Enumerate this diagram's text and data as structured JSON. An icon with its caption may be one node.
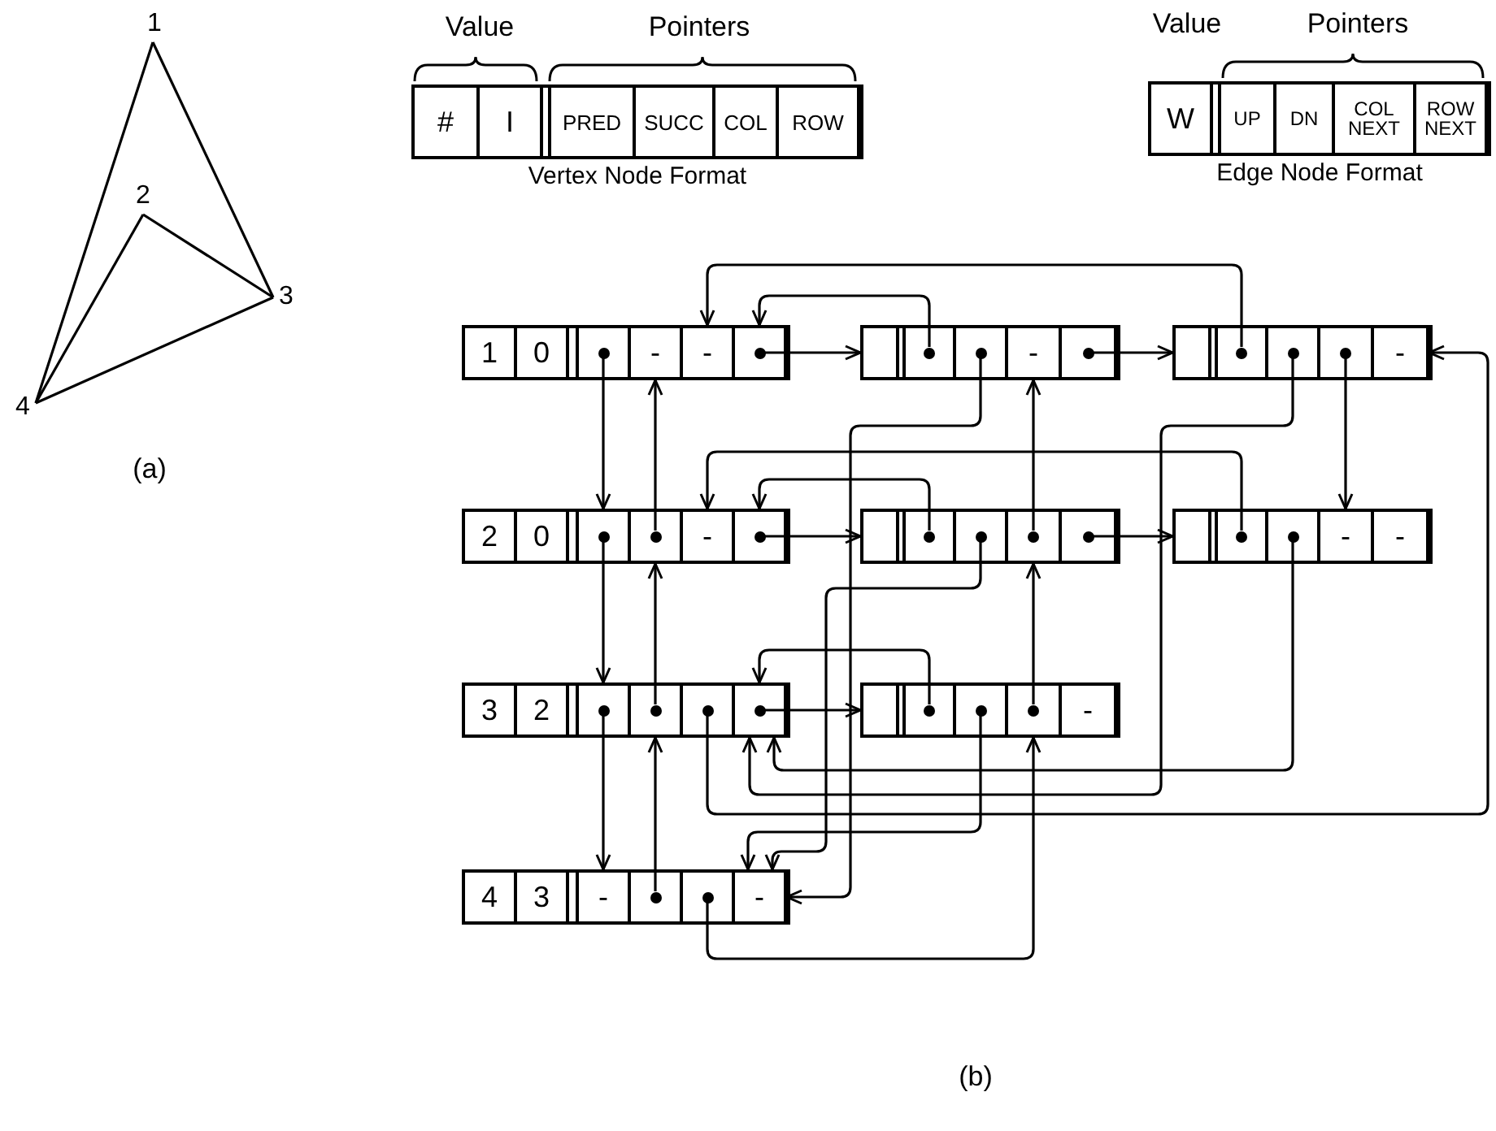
{
  "diagram": {
    "nodes": [
      {
        "text": [
          "1"
        ]
      },
      {
        "text": [
          "2"
        ]
      },
      {
        "text": [
          "3"
        ]
      },
      {
        "text": [
          "4"
        ]
      },
      {
        "text": [],
        "shape": "box",
        "beside": [
          "Vertex Node Format"
        ]
      },
      {
        "text": [
          "#"
        ],
        "in": 4
      },
      {
        "text": [
          "I"
        ],
        "in": 4
      },
      {
        "text": [
          "PRED"
        ],
        "in": 4
      },
      {
        "text": [
          "SUCC"
        ],
        "in": 4
      },
      {
        "text": [
          "COL"
        ],
        "in": 4
      },
      {
        "text": [
          "ROW"
        ],
        "in": 4
      },
      {
        "text": [],
        "shape": "box",
        "beside": [
          "Edge Node Format"
        ]
      },
      {
        "text": [
          "W"
        ],
        "in": 11
      },
      {
        "text": [
          "UP"
        ],
        "in": 11
      },
      {
        "text": [
          "DN"
        ],
        "in": 11
      },
      {
        "text": [
          "COL NEXT"
        ],
        "in": 11
      },
      {
        "text": [
          "ROW NEXT"
        ],
        "in": 11
      },
      {
        "text": [],
        "shape": "box"
      },
      {
        "text": [
          "1"
        ],
        "in": 17
      },
      {
        "text": [
          "0"
        ],
        "in": 17
      },
      {
        "text": [],
        "shape": "box",
        "in": 17
      },
      {
        "text": [],
        "shape": "circle",
        "in": 20
      },
      {
        "text": [
          "-"
        ],
        "in": 17
      },
      {
        "text": [
          "-"
        ],
        "in": 17
      },
      {
        "text": [],
        "shape": "box",
        "in": 17
      },
      {
        "text": [],
        "shape": "circle",
        "in": 24
      },
      {
        "text": [],
        "shape": "box"
      },
      {
        "text": [],
        "shape": "box",
        "in": 26
      },
      {
        "text": [],
        "shape": "box",
        "in": 26
      },
      {
        "text": [],
        "shape": "circle",
        "in": 28
      },
      {
        "text": [],
        "shape": "box",
        "in": 26
      },
      {
        "text": [],
        "shape": "circle",
        "in": 30
      },
      {
        "text": [
          "-"
        ],
        "in": 26
      },
      {
        "text": [],
        "shape": "box",
        "in": 26
      },
      {
        "text": [],
        "shape": "circle",
        "in": 33
      },
      {
        "text": [],
        "shape": "box"
      },
      {
        "text": [],
        "shape": "box",
        "in": 35
      },
      {
        "text": [],
        "shape": "box",
        "in": 35
      },
      {
        "text": [],
        "shape": "circle",
        "in": 37
      },
      {
        "text": [],
        "shape": "box",
        "in": 35
      },
      {
        "text": [],
        "shape": "circle",
        "in": 39
      },
      {
        "text": [],
        "shape": "box",
        "in": 35
      },
      {
        "text": [],
        "shape": "circle",
        "in": 41
      },
      {
        "text": [
          "-"
        ],
        "in": 35
      },
      {
        "text": [],
        "shape": "box"
      },
      {
        "text": [
          "2"
        ],
        "in": 44
      },
      {
        "text": [
          "0"
        ],
        "in": 44
      },
      {
        "text": [],
        "shape": "box",
        "in": 44
      },
      {
        "text": [],
        "shape": "circle",
        "in": 47
      },
      {
        "text": [],
        "shape": "box",
        "in": 44
      },
      {
        "text": [],
        "shape": "circle",
        "in": 49
      },
      {
        "text": [
          "-"
        ],
        "in": 44
      },
      {
        "text": [],
        "shape": "box",
        "in": 44
      },
      {
        "text": [],
        "shape": "circle",
        "in": 52
      },
      {
        "text": [],
        "shape": "box"
      },
      {
        "text": [],
        "shape": "box",
        "in": 54
      },
      {
        "text": [],
        "shape": "box",
        "in": 54
      },
      {
        "text": [],
        "shape": "circle",
        "in": 56
      },
      {
        "text": [],
        "shape": "box",
        "in": 54
      },
      {
        "text": [],
        "shape": "circle",
        "in": 58
      },
      {
        "text": [],
        "shape": "box",
        "in": 54
      },
      {
        "text": [],
        "shape": "circle",
        "in": 60
      },
      {
        "text": [],
        "shape": "box",
        "in": 54
      },
      {
        "text": [],
        "shape": "circle",
        "in": 62
      },
      {
        "text": [],
        "shape": "box"
      },
      {
        "text": [],
        "shape": "box",
        "in": 64
      },
      {
        "text": [],
        "shape": "box",
        "in": 64
      },
      {
        "text": [],
        "shape": "circle",
        "in": 66
      },
      {
        "text": [],
        "shape": "box",
        "in": 64
      },
      {
        "text": [],
        "shape": "circle",
        "in": 68
      },
      {
        "text": [
          "-"
        ],
        "in": 64
      },
      {
        "text": [
          "-"
        ],
        "in": 64
      },
      {
        "text": [],
        "shape": "box"
      },
      {
        "text": [
          "3"
        ],
        "in": 72
      },
      {
        "text": [
          "2"
        ],
        "in": 72
      },
      {
        "text": [],
        "shape": "box",
        "in": 72
      },
      {
        "text": [],
        "shape": "circle",
        "in": 75
      },
      {
        "text": [],
        "shape": "box",
        "in": 72
      },
      {
        "text": [],
        "shape": "circle",
        "in": 77
      },
      {
        "text": [],
        "shape": "box",
        "in": 72
      },
      {
        "text": [],
        "shape": "circle",
        "in": 79
      },
      {
        "text": [],
        "shape": "box",
        "in": 72
      },
      {
        "text": [],
        "shape": "circle",
        "in": 81
      },
      {
        "text": [],
        "shape": "box"
      },
      {
        "text": [],
        "shape": "box",
        "in": 83
      },
      {
        "text": [],
        "shape": "box",
        "in": 83
      },
      {
        "text": [],
        "shape": "circle",
        "in": 85
      },
      {
        "text": [],
        "shape": "box",
        "in": 83
      },
      {
        "text": [],
        "shape": "circle",
        "in": 87
      },
      {
        "text": [],
        "shape": "box",
        "in": 83
      },
      {
        "text": [],
        "shape": "circle",
        "in": 89
      },
      {
        "text": [
          "-"
        ],
        "in": 83
      },
      {
        "text": [],
        "shape": "box"
      },
      {
        "text": [
          "4"
        ],
        "in": 92
      },
      {
        "text": [
          "3"
        ],
        "in": 92
      },
      {
        "text": [
          "-"
        ],
        "in": 92
      },
      {
        "text": [],
        "shape": "box",
        "in": 92
      },
      {
        "text": [],
        "shape": "circle",
        "in": 96
      },
      {
        "text": [],
        "shape": "box",
        "in": 92
      },
      {
        "text": [],
        "shape": "circle",
        "in": 98
      },
      {
        "text": [
          "-"
        ],
        "in": 92
      }
    ],
    "edges": [
      {
        "from": 0,
        "to": 2,
        "arrow": "none"
      },
      {
        "from": 0,
        "to": 3,
        "arrow": "none"
      },
      {
        "from": 1,
        "to": 2,
        "arrow": "none"
      },
      {
        "from": 1,
        "to": 3,
        "arrow": "none"
      },
      {
        "from": 2,
        "to": 3,
        "arrow": "none"
      },
      {
        "from": 21,
        "to": 47,
        "arrow": "to"
      },
      {
        "from": 50,
        "to": 22,
        "arrow": "to"
      },
      {
        "from": 25,
        "to": 27,
        "arrow": "to"
      },
      {
        "from": 29,
        "to": 24,
        "arrow": "to"
      },
      {
        "from": 31,
        "to": 100,
        "arrow": "to"
      },
      {
        "from": 34,
        "to": 36,
        "arrow": "to"
      },
      {
        "from": 38,
        "to": 23,
        "arrow": "to"
      },
      {
        "from": 40,
        "to": 81,
        "arrow": "to"
      },
      {
        "from": 42,
        "to": 70,
        "arrow": "to"
      },
      {
        "from": 80,
        "to": 43,
        "arrow": "to"
      },
      {
        "from": 48,
        "to": 75,
        "arrow": "to"
      },
      {
        "from": 53,
        "to": 55,
        "arrow": "to"
      },
      {
        "from": 57,
        "to": 52,
        "arrow": "to"
      },
      {
        "from": 59,
        "to": 100,
        "arrow": "to"
      },
      {
        "from": 61,
        "to": 32,
        "arrow": "to"
      },
      {
        "from": 63,
        "to": 65,
        "arrow": "to"
      },
      {
        "from": 67,
        "to": 51,
        "arrow": "to"
      },
      {
        "from": 69,
        "to": 81,
        "arrow": "to"
      },
      {
        "from": 78,
        "to": 49,
        "arrow": "to"
      },
      {
        "from": 76,
        "to": 95,
        "arrow": "to"
      },
      {
        "from": 82,
        "to": 84,
        "arrow": "to"
      },
      {
        "from": 86,
        "to": 81,
        "arrow": "to"
      },
      {
        "from": 88,
        "to": 100,
        "arrow": "to"
      },
      {
        "from": 90,
        "to": 60,
        "arrow": "to"
      },
      {
        "from": 97,
        "to": 77,
        "arrow": "to"
      },
      {
        "from": 99,
        "to": 89,
        "arrow": "to"
      }
    ],
    "labels": [
      "Value",
      "Pointers",
      "Value",
      "Pointers",
      "(a)",
      "(b)"
    ]
  }
}
